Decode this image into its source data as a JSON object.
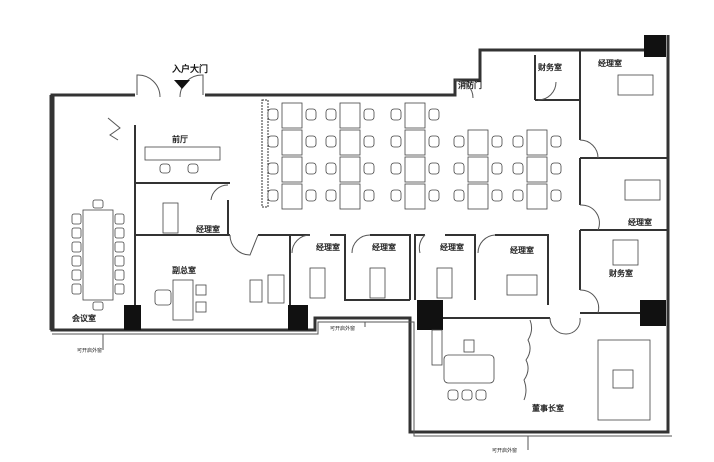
{
  "title": "Office floor plan",
  "entrance": {
    "label": "入户大门"
  },
  "fire_door": {
    "label": "消防门"
  },
  "rooms": {
    "lobby": "前厅",
    "meeting_room": "会议室",
    "vice_president": "副总室",
    "chairman": "董事长室",
    "finance_top": "财务室",
    "finance_right": "财务室",
    "manager_1": "经理室",
    "manager_2": "经理室",
    "manager_3": "经理室",
    "manager_4": "经理室",
    "manager_5": "经理室",
    "manager_6": "经理室",
    "manager_7": "经理室"
  },
  "windows": {
    "left": "可开启外窗",
    "middle": "可开启外窗",
    "bottom": "可开启外窗"
  }
}
